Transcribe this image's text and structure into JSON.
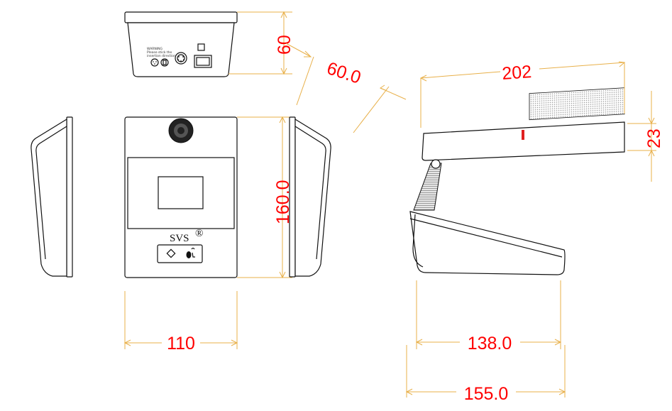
{
  "dimensions": {
    "rear_height": "60",
    "angle": "60.0",
    "front_height": "160.0",
    "front_width": "110",
    "mic_length": "202",
    "mic_height": "23",
    "base_depth": "138.0",
    "overall_depth": "155.0"
  },
  "rear_panel": {
    "warning_line1": "WARNING",
    "warning_line2": "Please stick the",
    "warning_line3": "insertion direction"
  },
  "front_panel": {
    "brand": "SVS",
    "brand_mark": "®"
  },
  "colors": {
    "dimension_text": "#ff0000",
    "dimension_line": "#e8b04a",
    "outline": "#111111",
    "accent_red": "#e02020"
  }
}
